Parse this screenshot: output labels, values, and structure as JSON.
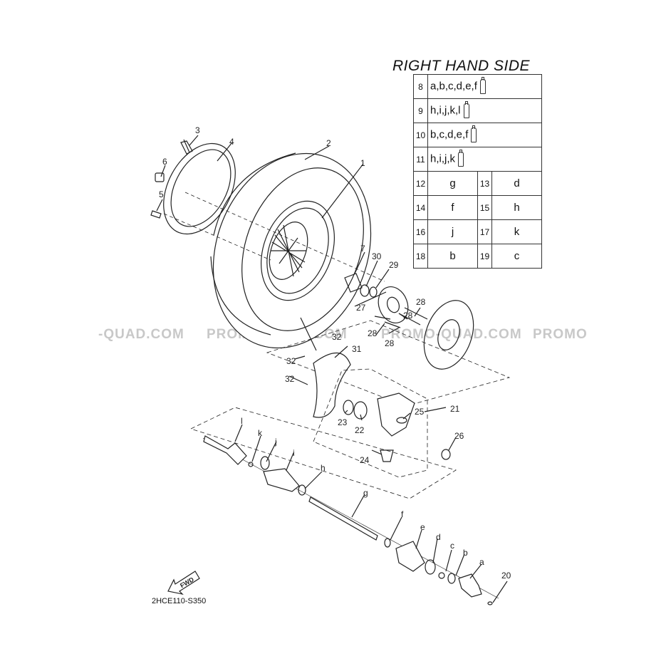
{
  "table": {
    "title": "RIGHT HAND SIDE",
    "rows": [
      {
        "num": "8",
        "text": "a,b,c,d,e,f",
        "icon": "grease-tube-icon"
      },
      {
        "num": "9",
        "text": "h,i,j,k,l",
        "icon": "grease-tube-icon"
      },
      {
        "num": "10",
        "text": "b,c,d,e,f",
        "icon": "grease-tube-icon"
      },
      {
        "num": "11",
        "text": "h,i,j,k",
        "icon": "grease-tube-icon"
      },
      {
        "pairs": [
          {
            "num": "12",
            "val": "g"
          },
          {
            "num": "13",
            "val": "d"
          }
        ]
      },
      {
        "pairs": [
          {
            "num": "14",
            "val": "f"
          },
          {
            "num": "15",
            "val": "h"
          }
        ]
      },
      {
        "pairs": [
          {
            "num": "16",
            "val": "j"
          },
          {
            "num": "17",
            "val": "k"
          }
        ]
      },
      {
        "pairs": [
          {
            "num": "18",
            "val": "b"
          },
          {
            "num": "19",
            "val": "c"
          }
        ]
      }
    ]
  },
  "watermarks": [
    "-QUAD.COM",
    "PROMO-QUAD.COM",
    "PROMO-QUAD.COM",
    "PROMO"
  ],
  "callouts": {
    "c1": "1",
    "c2": "2",
    "c3": "3",
    "c4": "4",
    "c5": "5",
    "c6": "6",
    "c7": "7",
    "c20": "20",
    "c21": "21",
    "c22": "22",
    "c23": "23",
    "c24": "24",
    "c25": "25",
    "c26": "26",
    "c27": "27",
    "c28a": "28",
    "c28b": "28",
    "c28c": "28",
    "c28d": "28",
    "c29": "29",
    "c30": "30",
    "c31": "31",
    "c32a": "32",
    "c32b": "32",
    "c32c": "32",
    "ca": "a",
    "cb": "b",
    "cc": "c",
    "cd": "d",
    "ce": "e",
    "cf": "f",
    "cg": "g",
    "ch": "h",
    "ci": "i",
    "cj": "j",
    "ck": "k",
    "cl": "l"
  },
  "fwd_label": "FWD",
  "diagram_code": "2HCE110-S350"
}
